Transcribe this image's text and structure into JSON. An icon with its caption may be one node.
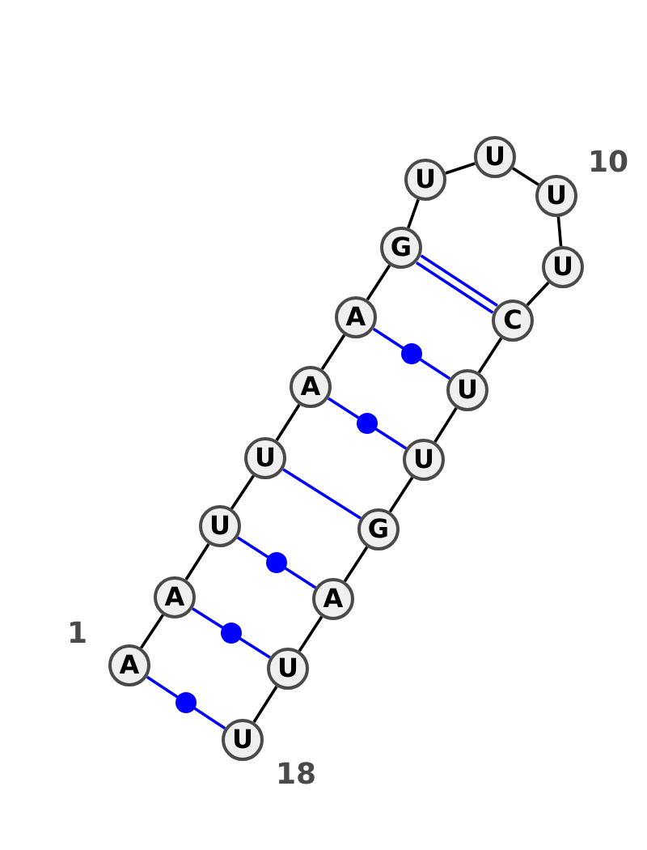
{
  "diagram": {
    "nodes": [
      {
        "text": [
          "A"
        ],
        "beside": [
          "1"
        ]
      },
      {
        "text": [
          "A"
        ]
      },
      {
        "text": [
          "U"
        ]
      },
      {
        "text": [
          "U"
        ]
      },
      {
        "text": [
          "A"
        ]
      },
      {
        "text": [
          "A"
        ]
      },
      {
        "text": [
          "G"
        ]
      },
      {
        "text": [
          "U"
        ]
      },
      {
        "text": [
          "U"
        ]
      },
      {
        "text": [
          "U"
        ],
        "beside": [
          "10"
        ]
      },
      {
        "text": [
          "U"
        ]
      },
      {
        "text": [
          "C"
        ]
      },
      {
        "text": [
          "U"
        ]
      },
      {
        "text": [
          "U"
        ]
      },
      {
        "text": [
          "G"
        ]
      },
      {
        "text": [
          "A"
        ]
      },
      {
        "text": [
          "U"
        ]
      },
      {
        "text": [
          "U"
        ],
        "beside": [
          "18"
        ]
      }
    ],
    "edges": [
      {
        "from": 0,
        "to": 1,
        "arrow": "none"
      },
      {
        "from": 1,
        "to": 2,
        "arrow": "none"
      },
      {
        "from": 2,
        "to": 3,
        "arrow": "none"
      },
      {
        "from": 3,
        "to": 4,
        "arrow": "none"
      },
      {
        "from": 4,
        "to": 5,
        "arrow": "none"
      },
      {
        "from": 5,
        "to": 6,
        "arrow": "none"
      },
      {
        "from": 6,
        "to": 7,
        "arrow": "none"
      },
      {
        "from": 7,
        "to": 8,
        "arrow": "none"
      },
      {
        "from": 8,
        "to": 9,
        "arrow": "none"
      },
      {
        "from": 9,
        "to": 10,
        "arrow": "none"
      },
      {
        "from": 10,
        "to": 11,
        "arrow": "none"
      },
      {
        "from": 11,
        "to": 12,
        "arrow": "none"
      },
      {
        "from": 12,
        "to": 13,
        "arrow": "none"
      },
      {
        "from": 13,
        "to": 14,
        "arrow": "none"
      },
      {
        "from": 14,
        "to": 15,
        "arrow": "none"
      },
      {
        "from": 15,
        "to": 16,
        "arrow": "none"
      },
      {
        "from": 16,
        "to": 17,
        "arrow": "none"
      },
      {
        "from": 0,
        "to": 17,
        "arrow": "none",
        "color": "#0000ff"
      },
      {
        "from": 1,
        "to": 16,
        "arrow": "none",
        "color": "#0000ff"
      },
      {
        "from": 2,
        "to": 15,
        "arrow": "none",
        "color": "#0000ff"
      },
      {
        "from": 3,
        "to": 14,
        "arrow": "none",
        "color": "#0000ff"
      },
      {
        "from": 4,
        "to": 13,
        "arrow": "none",
        "color": "#0000ff"
      },
      {
        "from": 5,
        "to": 12,
        "arrow": "none",
        "color": "#0000ff"
      },
      {
        "from": 6,
        "to": 11,
        "arrow": "none",
        "color": "#0000ff"
      }
    ]
  }
}
